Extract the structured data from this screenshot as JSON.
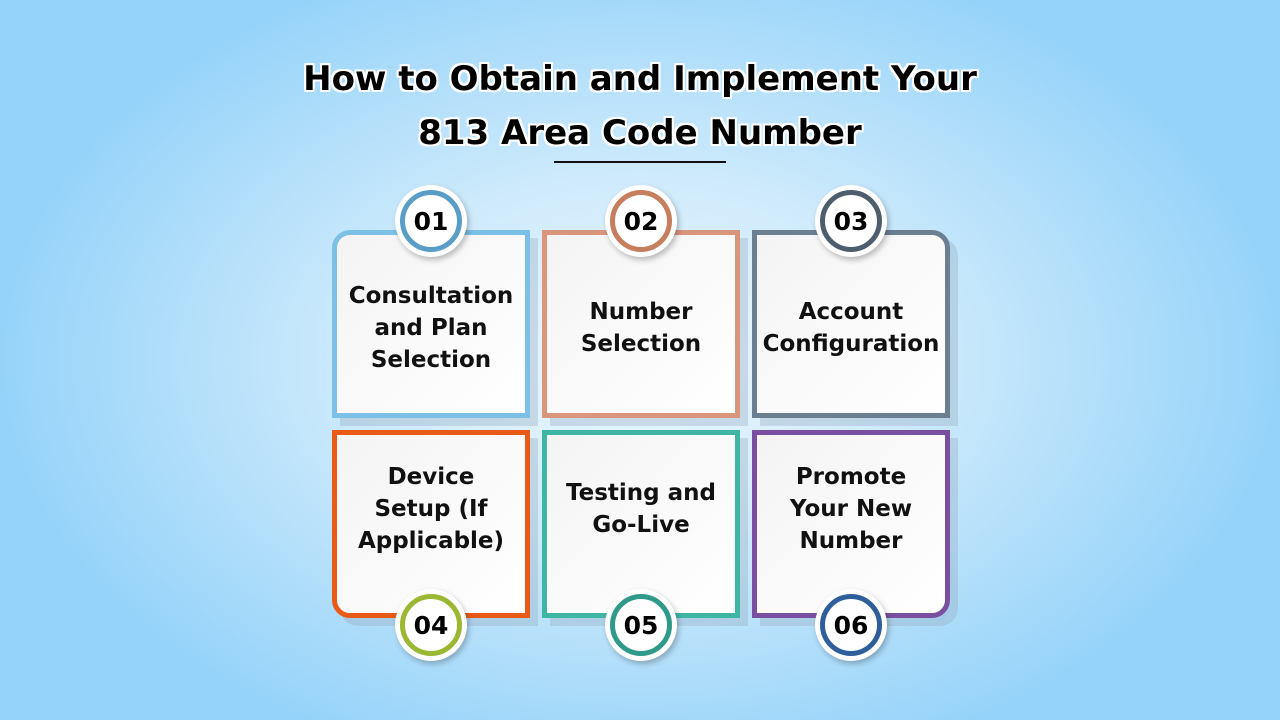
{
  "title": {
    "line1": "How to Obtain and Implement Your",
    "line2": "813 Area Code Number"
  },
  "steps": [
    {
      "number": "01",
      "label": "Consultation and Plan Selection",
      "border_color": "#7cc0e6",
      "ring_color": "#5a9ec8"
    },
    {
      "number": "02",
      "label": "Number Selection",
      "border_color": "#d9967a",
      "ring_color": "#c57e5e"
    },
    {
      "number": "03",
      "label": "Account Configuration",
      "border_color": "#6c7f91",
      "ring_color": "#4f5e6c"
    },
    {
      "number": "04",
      "label": "Device Setup (If Applicable)",
      "border_color": "#e85a15",
      "ring_color": "#9ab832"
    },
    {
      "number": "05",
      "label": "Testing and Go-Live",
      "border_color": "#3fb5a3",
      "ring_color": "#2f9a8a"
    },
    {
      "number": "06",
      "label": "Promote Your New Number",
      "border_color": "#7b4fa0",
      "ring_color": "#2f5f9a"
    }
  ]
}
